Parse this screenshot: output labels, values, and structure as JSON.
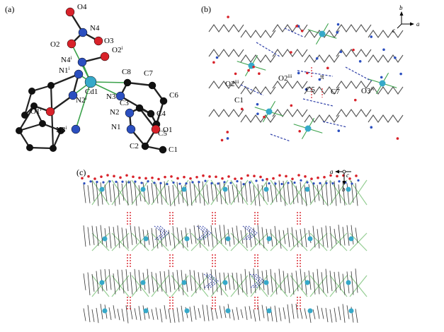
{
  "panels": {
    "a": {
      "label": "(a)"
    },
    "b": {
      "label": "(b)"
    },
    "c": {
      "label": "(c)"
    }
  },
  "panel_a": {
    "atoms": [
      {
        "name": "O4",
        "element": "O"
      },
      {
        "name": "N4",
        "element": "N"
      },
      {
        "name": "O2",
        "element": "O"
      },
      {
        "name": "O3",
        "element": "O"
      },
      {
        "name": "N4",
        "sup": "i",
        "element": "N"
      },
      {
        "name": "O2",
        "sup": "i",
        "element": "O"
      },
      {
        "name": "N1",
        "sup": "i",
        "element": "N"
      },
      {
        "name": "Cd1",
        "element": "Cd"
      },
      {
        "name": "C8",
        "element": "C"
      },
      {
        "name": "C7",
        "element": "C"
      },
      {
        "name": "N3",
        "element": "N"
      },
      {
        "name": "C6",
        "element": "C"
      },
      {
        "name": "N2",
        "sup": "i",
        "element": "N"
      },
      {
        "name": "C3",
        "element": "C"
      },
      {
        "name": "C4",
        "element": "C"
      },
      {
        "name": "N2",
        "element": "N"
      },
      {
        "name": "C5",
        "element": "C"
      },
      {
        "name": "O1",
        "sup": "i",
        "element": "O"
      },
      {
        "name": "N3",
        "sup": "i",
        "element": "N"
      },
      {
        "name": "N1",
        "element": "N"
      },
      {
        "name": "O1",
        "element": "O"
      },
      {
        "name": "C2",
        "element": "C"
      },
      {
        "name": "C1",
        "element": "C"
      }
    ],
    "colors": {
      "O": "#d8222a",
      "N": "#2b4fbf",
      "C": "#111111",
      "Cd": "#36a9c9",
      "coord_bond": "#3aa14a"
    }
  },
  "panel_b": {
    "labels": [
      {
        "name": "O2",
        "sup": "iii"
      },
      {
        "name": "C1"
      },
      {
        "name": "O2",
        "sup": "iii"
      },
      {
        "name": "C5"
      },
      {
        "name": "π"
      },
      {
        "name": "C7"
      },
      {
        "name": "O3",
        "sup": "iv"
      }
    ],
    "axes": {
      "b": "b",
      "c": "c",
      "a": "a"
    },
    "colors": {
      "hbond": "#2e3fa8",
      "pi": "#d8222a",
      "cd": "#36a9c9",
      "bond": "#3aa14a"
    }
  },
  "panel_c": {
    "axes": {
      "a": "a",
      "c": "c",
      "b": "b"
    }
  }
}
